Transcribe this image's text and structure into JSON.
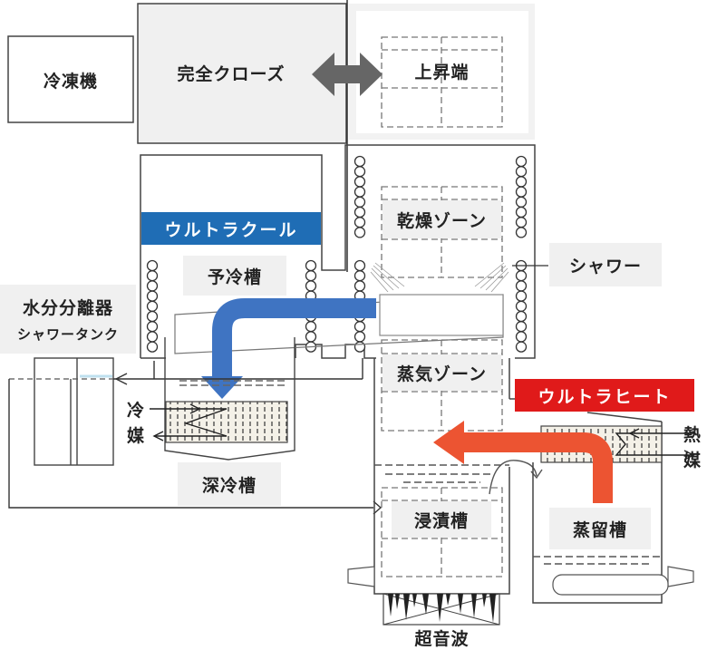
{
  "title": "Vacuum cleaning system schematic",
  "colors": {
    "ultra_cool": "#1f6db5",
    "ultra_cool_arrow": "#3f74c2",
    "ultra_heat": "#e01a1a",
    "ultra_heat_arrow": "#ec5432",
    "label_bg": "#f0f0f0",
    "line": "#444444",
    "double_arrow": "#666666"
  },
  "labels": {
    "refrigerator": "冷凍機",
    "full_close": "完全クローズ",
    "upper_end": "上昇端",
    "ultra_cool": "ウルトラクール",
    "pre_cooling_tank": "予冷槽",
    "drying_zone": "乾燥ゾーン",
    "shower": "シャワー",
    "water_separator": "水分分離器",
    "shower_tank": "シャワータンク",
    "vapor_zone": "蒸気ゾーン",
    "ultra_heat": "ウルトラヒート",
    "coolant_1": "冷",
    "coolant_2": "媒",
    "heat_medium_1": "熱",
    "heat_medium_2": "媒",
    "deep_cooling_tank": "深冷槽",
    "immersion_tank": "浸漬槽",
    "distillation_tank": "蒸留槽",
    "ultrasonic": "超音波"
  }
}
